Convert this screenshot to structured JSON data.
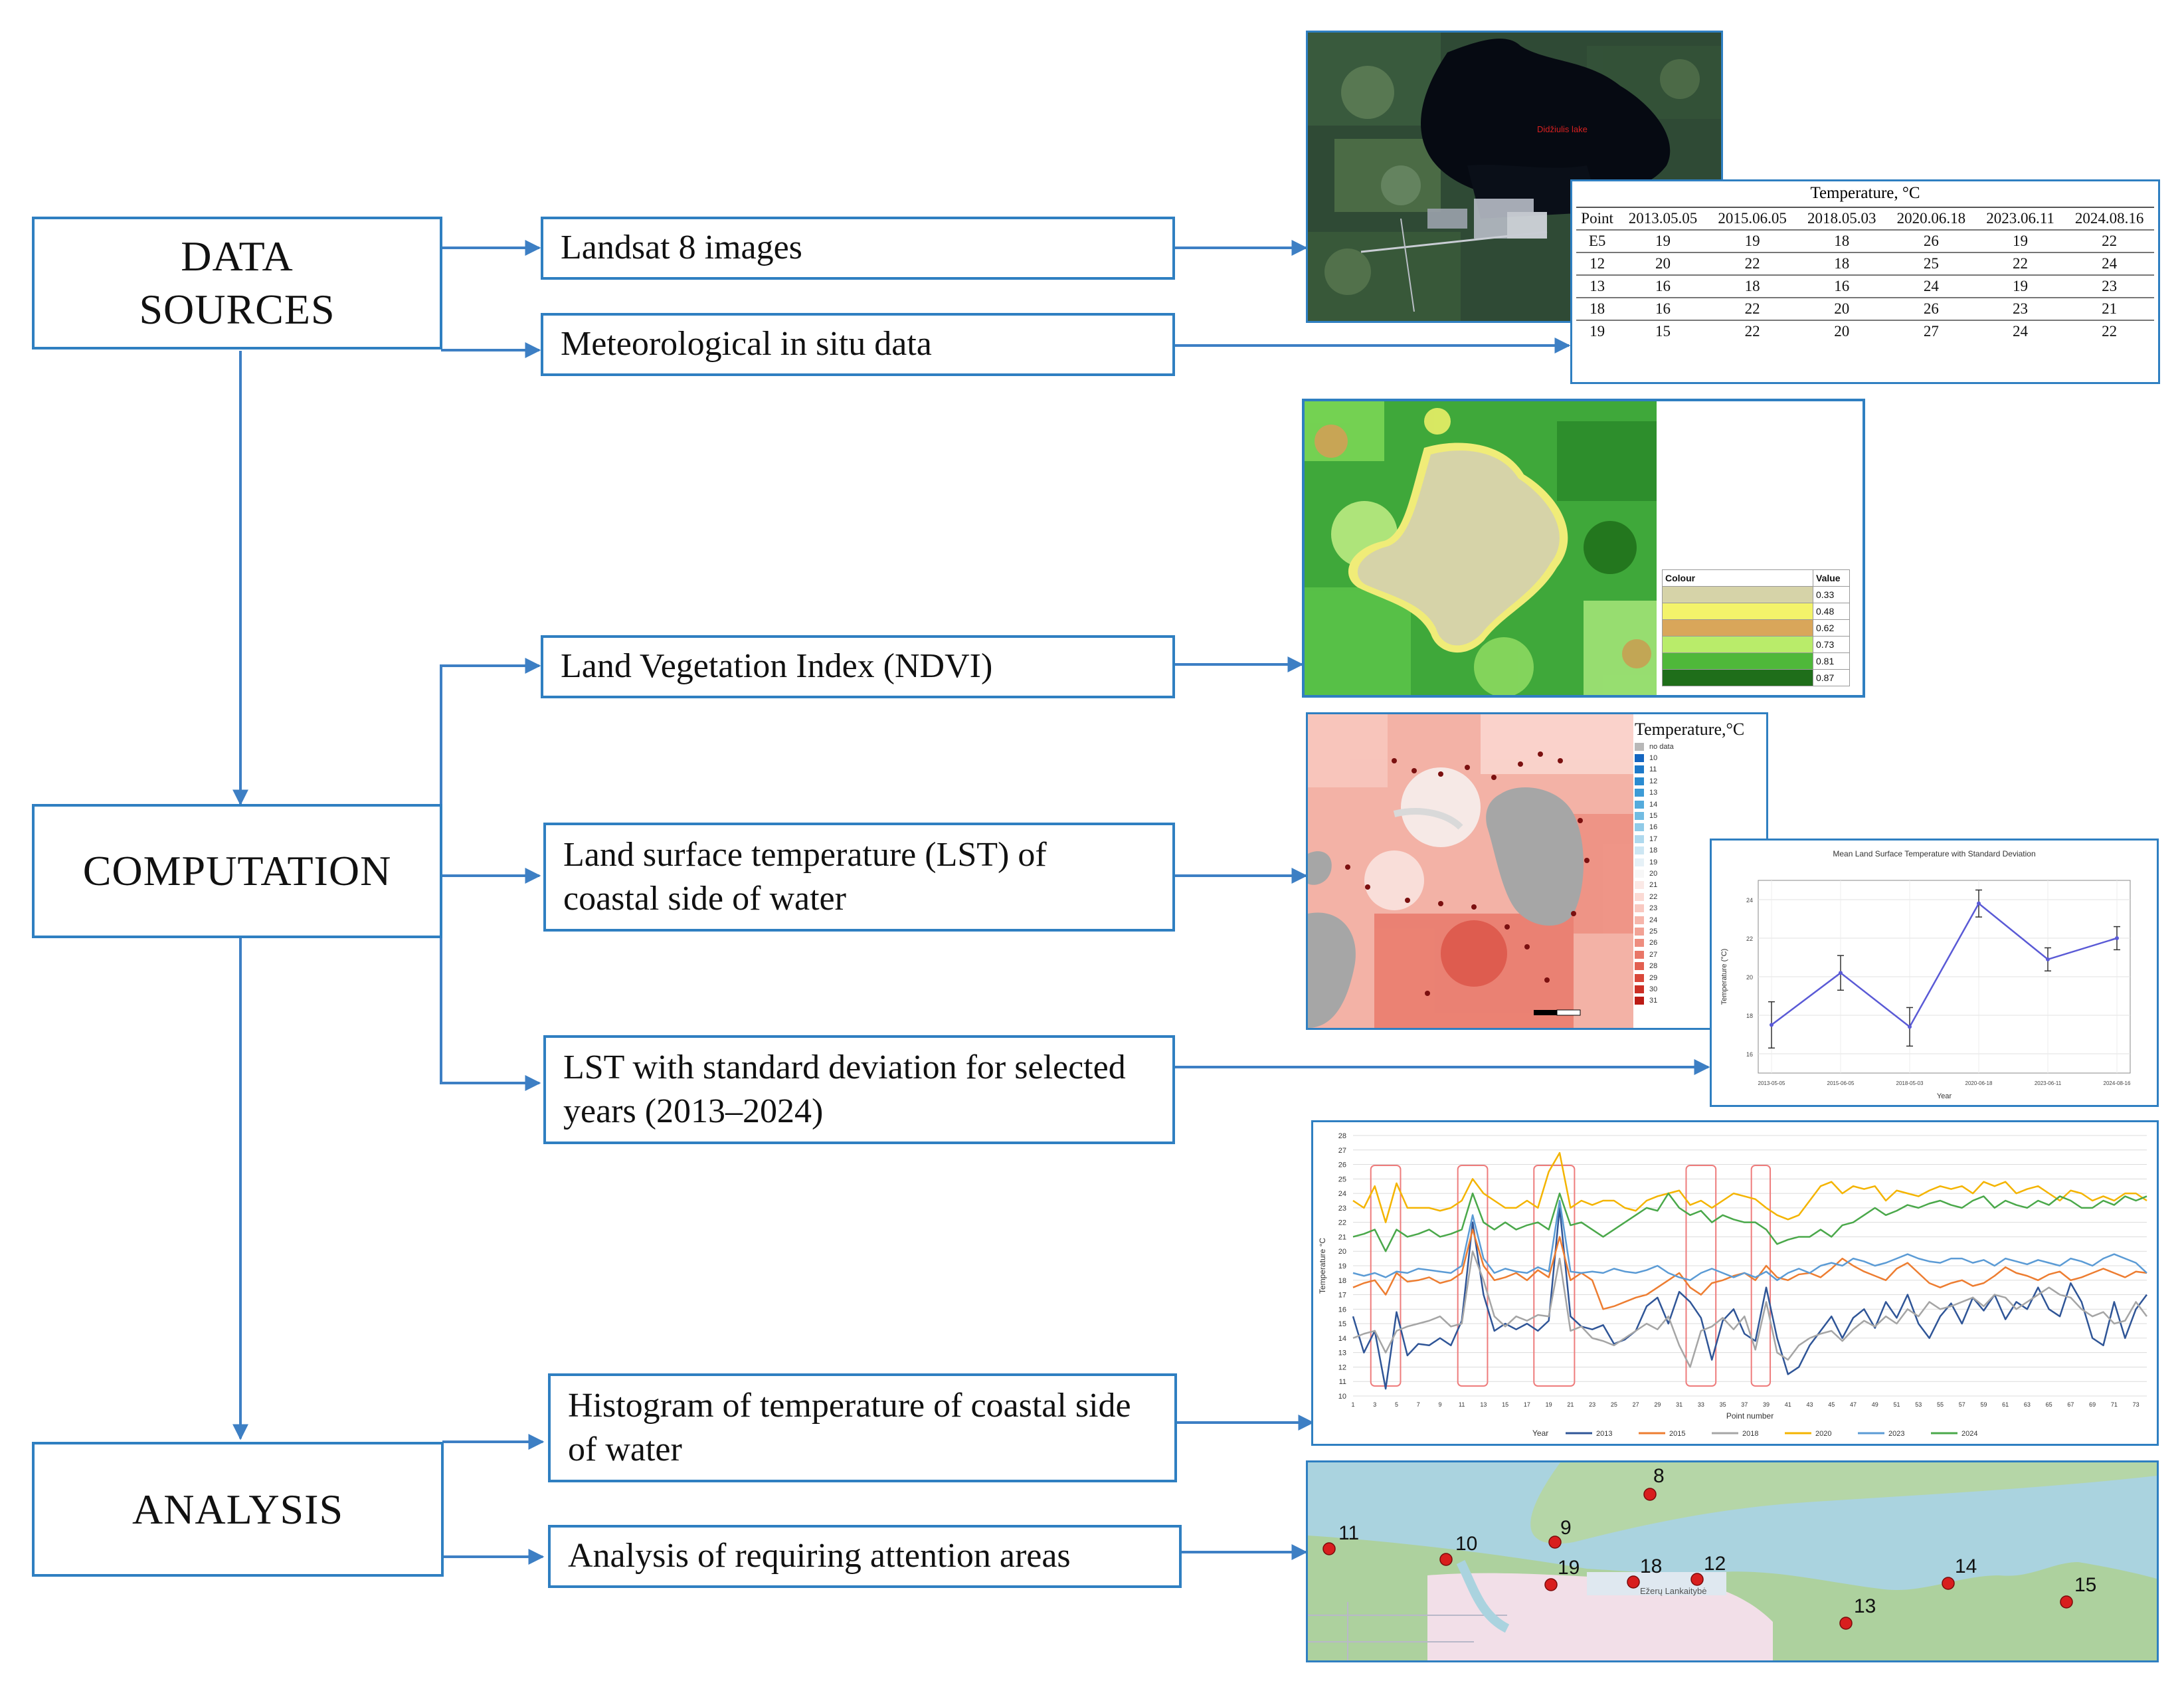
{
  "stages": {
    "data_sources": "DATA\nSOURCES",
    "computation": "COMPUTATION",
    "analysis": "ANALYSIS"
  },
  "processes": {
    "landsat": "Landsat 8 images",
    "meteo": "Meteorological in situ data",
    "ndvi": "Land Vegetation Index (NDVI)",
    "lst": "Land surface temperature (LST) of coastal side of water",
    "lst_std": "LST with standard deviation for selected years (2013–2024)",
    "histogram": "Histogram of temperature of coastal side of water",
    "attention": "Analysis of requiring attention areas"
  },
  "satellite": {
    "lake_label": "Didžiulis lake"
  },
  "temperature_table": {
    "caption": "Temperature, °C",
    "header": [
      "Point",
      "2013.05.05",
      "2015.06.05",
      "2018.05.03",
      "2020.06.18",
      "2023.06.11",
      "2024.08.16"
    ],
    "rows": [
      [
        "E5",
        "19",
        "19",
        "18",
        "26",
        "19",
        "22"
      ],
      [
        "12",
        "20",
        "22",
        "18",
        "25",
        "22",
        "24"
      ],
      [
        "13",
        "16",
        "18",
        "16",
        "24",
        "19",
        "23"
      ],
      [
        "18",
        "16",
        "22",
        "20",
        "26",
        "23",
        "21"
      ],
      [
        "19",
        "15",
        "22",
        "20",
        "27",
        "24",
        "22"
      ]
    ]
  },
  "ndvi_legend": {
    "col1": "Colour",
    "col2": "Value",
    "items": [
      {
        "color": "#d6d3a8",
        "value": "0.33"
      },
      {
        "color": "#f3f36a",
        "value": "0.48"
      },
      {
        "color": "#d9a65a",
        "value": "0.62"
      },
      {
        "color": "#b9ec6a",
        "value": "0.73"
      },
      {
        "color": "#4fb83a",
        "value": "0.81"
      },
      {
        "color": "#1f6e1a",
        "value": "0.87"
      }
    ]
  },
  "lst_legend": {
    "title": "Temperature,°C",
    "items": [
      {
        "label": "no data",
        "color": "#b8b8b8"
      },
      {
        "label": "10",
        "color": "#1565c0"
      },
      {
        "label": "11",
        "color": "#1e79c9"
      },
      {
        "label": "12",
        "color": "#2a8bd0"
      },
      {
        "label": "13",
        "color": "#3d9bd6"
      },
      {
        "label": "14",
        "color": "#55abdc"
      },
      {
        "label": "15",
        "color": "#72bce2"
      },
      {
        "label": "16",
        "color": "#90cbe8"
      },
      {
        "label": "17",
        "color": "#afd9ee"
      },
      {
        "label": "18",
        "color": "#cde6f3"
      },
      {
        "label": "19",
        "color": "#e6f1f7"
      },
      {
        "label": "20",
        "color": "#f7f7f7"
      },
      {
        "label": "21",
        "color": "#fbe9e6"
      },
      {
        "label": "22",
        "color": "#fbdad4"
      },
      {
        "label": "23",
        "color": "#f9c9c1"
      },
      {
        "label": "24",
        "color": "#f6b6ab"
      },
      {
        "label": "25",
        "color": "#f2a295"
      },
      {
        "label": "26",
        "color": "#ee8d7f"
      },
      {
        "label": "27",
        "color": "#e97667"
      },
      {
        "label": "28",
        "color": "#e25f50"
      },
      {
        "label": "29",
        "color": "#d9473a"
      },
      {
        "label": "30",
        "color": "#cc2f25"
      },
      {
        "label": "31",
        "color": "#bb1a14"
      }
    ]
  },
  "chart_data": [
    {
      "type": "line",
      "title": "Mean Land Surface Temperature with Standard Deviation",
      "xlabel": "Year",
      "ylabel": "Temperature (°C)",
      "categories": [
        "2013-05-05",
        "2015-06-05",
        "2018-05-03",
        "2020-06-18",
        "2023-06-11",
        "2024-08-16"
      ],
      "values": [
        17.5,
        20.2,
        17.4,
        23.8,
        20.9,
        22.0
      ],
      "errors": [
        1.2,
        0.9,
        1.0,
        0.7,
        0.6,
        0.6
      ],
      "ylim": [
        15,
        25
      ],
      "yticks": [
        "16",
        "18",
        "20",
        "22",
        "24"
      ],
      "color": "#5a5ad6",
      "grid": true
    },
    {
      "type": "line",
      "xlabel": "Point number",
      "ylabel": "Temperature °C",
      "legend_title": "Year",
      "legend_position": "bottom",
      "ylim": [
        10,
        28
      ],
      "yticks": [
        "10",
        "11",
        "12",
        "13",
        "14",
        "15",
        "16",
        "17",
        "18",
        "19",
        "20",
        "21",
        "22",
        "23",
        "24",
        "25",
        "26",
        "27",
        "28"
      ],
      "x": [
        1,
        2,
        3,
        4,
        5,
        6,
        7,
        8,
        9,
        10,
        11,
        12,
        13,
        14,
        15,
        16,
        17,
        18,
        19,
        20,
        21,
        22,
        23,
        24,
        25,
        26,
        27,
        28,
        29,
        30,
        31,
        32,
        33,
        34,
        35,
        36,
        37,
        38,
        39,
        40,
        41,
        42,
        43,
        44,
        45,
        46,
        47,
        48,
        49,
        50,
        51,
        52,
        53,
        54,
        55,
        56,
        57,
        58,
        59,
        60,
        61,
        62,
        63,
        64,
        65,
        66,
        67,
        68,
        69,
        70,
        71,
        72,
        73,
        74
      ],
      "x_tick_labels": [
        "1",
        "3",
        "5",
        "7",
        "9",
        "11",
        "13",
        "15",
        "17",
        "19",
        "21",
        "23",
        "25",
        "27",
        "29",
        "31",
        "33",
        "35",
        "37",
        "39",
        "41",
        "43",
        "45",
        "47",
        "49",
        "51",
        "53",
        "55",
        "57",
        "59",
        "61",
        "63",
        "65",
        "67",
        "69",
        "71",
        "73"
      ],
      "highlight_ranges": [
        [
          3,
          5
        ],
        [
          11,
          13
        ],
        [
          18,
          21
        ],
        [
          32,
          34
        ],
        [
          38,
          39
        ]
      ],
      "series": [
        {
          "name": "2013",
          "color": "#2f5597",
          "values": [
            15.5,
            13.0,
            14.5,
            10.5,
            15.8,
            12.8,
            13.6,
            13.5,
            14.0,
            13.5,
            15.2,
            22.0,
            17.0,
            14.5,
            15.0,
            14.6,
            15.0,
            14.5,
            15.2,
            23.0,
            15.5,
            14.8,
            14.6,
            14.9,
            13.6,
            13.9,
            14.5,
            16.2,
            16.8,
            15.0,
            17.2,
            16.5,
            15.4,
            12.5,
            15.2,
            16.0,
            14.3,
            13.8,
            17.5,
            14.0,
            11.5,
            12.0,
            13.5,
            14.5,
            15.5,
            14.0,
            15.4,
            16.0,
            14.7,
            16.5,
            15.4,
            17.0,
            15.0,
            14.0,
            15.5,
            16.4,
            15.0,
            16.8,
            15.9,
            17.0,
            15.3,
            16.5,
            16.0,
            17.5,
            16.0,
            15.5,
            17.8,
            16.5,
            14.0,
            13.5,
            16.5,
            14.0,
            16.0,
            17.0
          ]
        },
        {
          "name": "2015",
          "color": "#ed7d31",
          "values": [
            17.5,
            17.8,
            18.0,
            17.0,
            18.5,
            17.9,
            18.0,
            18.2,
            17.8,
            18.0,
            18.5,
            21.5,
            19.0,
            18.0,
            18.2,
            18.5,
            18.0,
            18.7,
            18.2,
            21.0,
            18.0,
            18.5,
            18.0,
            16.0,
            16.2,
            16.5,
            16.8,
            17.0,
            17.5,
            18.0,
            18.5,
            17.5,
            17.0,
            17.8,
            18.0,
            18.3,
            18.5,
            18.0,
            19.0,
            18.2,
            18.0,
            18.4,
            18.5,
            18.2,
            18.8,
            19.5,
            19.0,
            18.6,
            18.3,
            18.0,
            18.8,
            19.2,
            18.5,
            17.8,
            17.5,
            17.8,
            18.0,
            17.6,
            17.8,
            18.3,
            18.9,
            18.5,
            18.3,
            18.0,
            18.4,
            18.6,
            18.0,
            18.2,
            18.5,
            18.8,
            18.5,
            18.2,
            18.6,
            18.5
          ]
        },
        {
          "name": "2018",
          "color": "#a5a5a5",
          "values": [
            14.0,
            14.3,
            14.5,
            13.0,
            14.5,
            14.8,
            15.0,
            15.2,
            15.5,
            14.8,
            15.0,
            20.0,
            18.0,
            15.5,
            14.8,
            15.5,
            15.2,
            15.6,
            15.5,
            19.5,
            14.5,
            14.8,
            14.0,
            13.8,
            13.5,
            14.0,
            14.5,
            15.0,
            14.6,
            15.5,
            13.5,
            12.0,
            14.5,
            14.8,
            15.4,
            14.6,
            15.5,
            13.2,
            16.5,
            13.0,
            12.5,
            13.5,
            14.0,
            14.3,
            14.5,
            13.8,
            14.6,
            15.2,
            14.8,
            15.5,
            15.0,
            16.0,
            15.5,
            16.5,
            16.0,
            16.2,
            16.5,
            16.8,
            16.2,
            17.0,
            16.8,
            16.0,
            16.5,
            17.0,
            17.5,
            17.0,
            16.8,
            16.0,
            15.5,
            15.8,
            15.0,
            15.2,
            16.5,
            15.5
          ]
        },
        {
          "name": "2020",
          "color": "#f4b400",
          "values": [
            23.5,
            23.0,
            24.5,
            22.0,
            24.7,
            23.0,
            23.0,
            23.0,
            22.8,
            23.0,
            23.5,
            25.0,
            24.0,
            23.5,
            23.0,
            23.0,
            23.5,
            23.0,
            25.5,
            26.8,
            23.0,
            23.5,
            23.2,
            23.5,
            23.5,
            23.0,
            22.8,
            23.5,
            23.8,
            24.0,
            24.2,
            23.2,
            23.5,
            23.0,
            23.5,
            24.0,
            23.8,
            23.6,
            23.0,
            22.5,
            22.2,
            22.5,
            23.5,
            24.5,
            24.8,
            24.0,
            24.5,
            24.3,
            24.5,
            23.5,
            24.2,
            24.0,
            23.8,
            24.2,
            24.5,
            24.3,
            24.5,
            24.0,
            24.8,
            24.5,
            24.8,
            24.0,
            24.3,
            24.5,
            24.0,
            23.5,
            24.2,
            24.0,
            23.5,
            23.8,
            23.5,
            24.0,
            24.0,
            23.5
          ]
        },
        {
          "name": "2023",
          "color": "#5b9bd5",
          "values": [
            18.5,
            18.3,
            18.5,
            18.2,
            18.6,
            18.5,
            18.8,
            18.7,
            18.6,
            18.5,
            19.0,
            22.5,
            19.5,
            18.5,
            18.8,
            18.6,
            18.5,
            18.9,
            18.6,
            23.5,
            18.6,
            18.5,
            18.6,
            18.5,
            18.8,
            18.6,
            18.5,
            18.7,
            19.0,
            18.5,
            18.2,
            18.0,
            18.5,
            18.8,
            18.5,
            18.2,
            18.5,
            18.2,
            18.6,
            18.0,
            18.5,
            18.8,
            18.5,
            19.0,
            19.2,
            19.0,
            19.5,
            19.3,
            19.0,
            19.2,
            19.5,
            19.8,
            19.5,
            19.3,
            19.2,
            19.5,
            19.5,
            19.2,
            19.4,
            19.0,
            19.5,
            19.3,
            19.1,
            19.4,
            19.2,
            19.0,
            19.5,
            19.3,
            19.0,
            19.5,
            19.8,
            19.5,
            19.2,
            18.5
          ]
        },
        {
          "name": "2024",
          "color": "#4aa84a",
          "values": [
            21.0,
            21.2,
            21.5,
            20.0,
            21.5,
            21.0,
            21.2,
            21.5,
            21.0,
            21.2,
            21.5,
            24.0,
            22.0,
            21.5,
            22.0,
            21.5,
            21.8,
            22.0,
            21.5,
            24.0,
            21.8,
            22.0,
            21.5,
            21.0,
            21.5,
            22.0,
            22.5,
            23.0,
            22.8,
            24.0,
            23.0,
            22.5,
            22.8,
            22.0,
            22.5,
            22.2,
            22.0,
            22.0,
            21.5,
            20.5,
            20.8,
            21.0,
            21.0,
            21.5,
            21.0,
            21.8,
            22.0,
            22.5,
            23.0,
            22.5,
            22.8,
            23.2,
            23.0,
            23.3,
            23.5,
            23.2,
            23.0,
            23.5,
            23.8,
            23.0,
            23.5,
            23.2,
            23.0,
            23.5,
            23.2,
            23.8,
            23.5,
            23.0,
            23.0,
            23.5,
            23.2,
            23.8,
            23.5,
            23.8
          ]
        }
      ]
    }
  ],
  "map": {
    "markers": [
      "8",
      "9",
      "10",
      "11",
      "12",
      "13",
      "14",
      "15",
      "18",
      "19"
    ],
    "road_label": "Ežerų Lankaitybė"
  }
}
